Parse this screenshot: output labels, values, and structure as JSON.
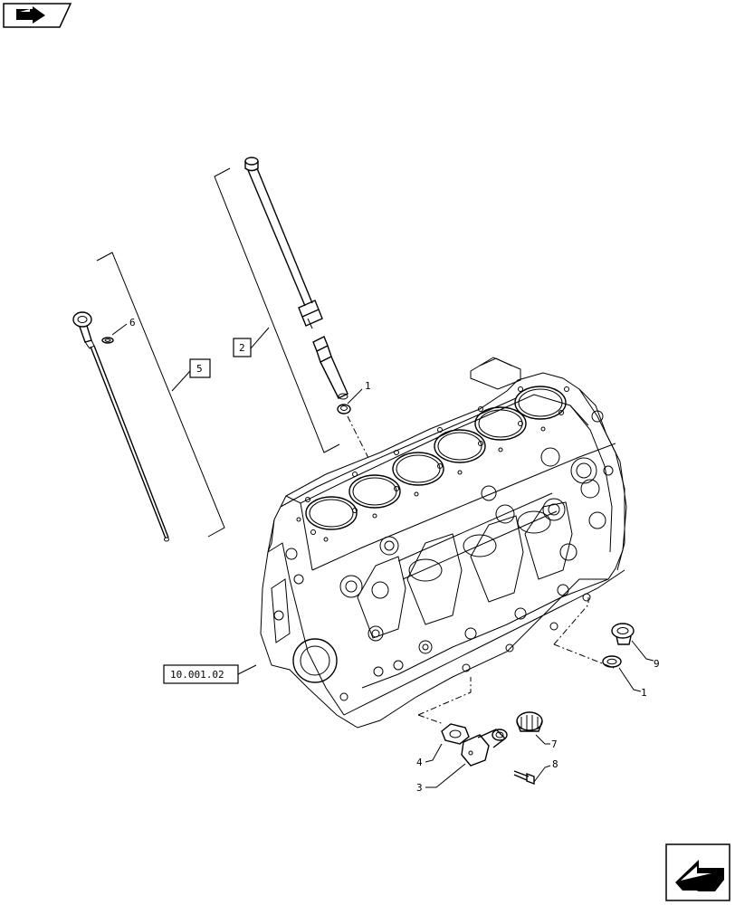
{
  "nav": {
    "prev_icon": "page-back-arrow-icon",
    "next_icon": "page-forward-arrow-icon"
  },
  "callouts": {
    "c1_top": "1",
    "c1_right": "1",
    "c2": "2",
    "c3": "3",
    "c4": "4",
    "c5": "5",
    "c6": "6",
    "c7": "7",
    "c8": "8",
    "c9": "9",
    "ref": "10.001.02"
  }
}
